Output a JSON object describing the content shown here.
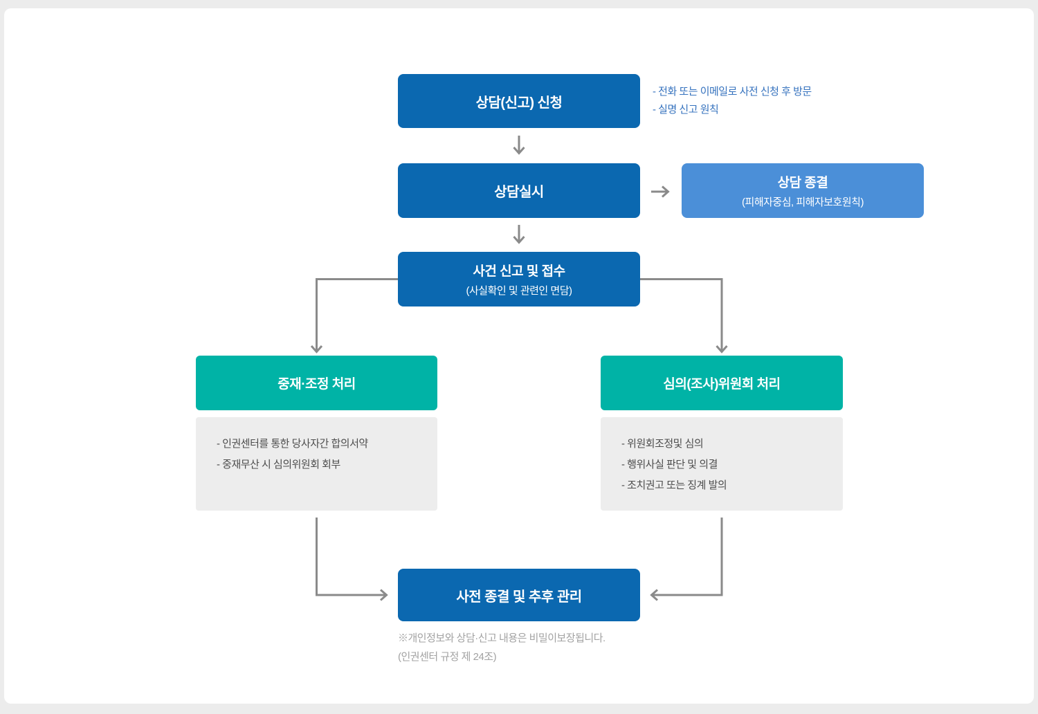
{
  "page": {
    "background": "#ececec",
    "card_background": "#ffffff"
  },
  "colors": {
    "primary_blue": "#0b68b0",
    "light_blue": "#4b8fd8",
    "teal": "#00b3a6",
    "panel_gray": "#ededed",
    "arrow_gray": "#8a8a8a",
    "note_blue": "#3572be",
    "detail_text": "#4d4d4d",
    "footnote_gray": "#a2a2a2"
  },
  "icons": {
    "arrow_down": "↓",
    "arrow_right": "→",
    "arrow_left": "←"
  },
  "flowchart": {
    "step1": {
      "label": "상담(신고) 신청",
      "notes": [
        "- 전화 또는 이메일로 사전 신청 후 방문",
        "- 실명 신고 원칙"
      ]
    },
    "step2": {
      "label": "상담실시"
    },
    "closure": {
      "title": "상담 종결",
      "subtitle": "(피해자중심, 피해자보호원칙)"
    },
    "step3": {
      "title": "사건 신고 및 접수",
      "subtitle": "(사실확인 및 관련인 면담)"
    },
    "branch_left": {
      "title": "중재·조정 처리",
      "details": [
        "- 인권센터를 통한 당사자간 합의서약",
        "- 중재무산 시 심의위원회 회부"
      ]
    },
    "branch_right": {
      "title": "심의(조사)위원회 처리",
      "details": [
        "- 위원회조정및 심의",
        "- 행위사실 판단 및 의결",
        "- 조치권고 또는 징계 발의"
      ]
    },
    "final": {
      "label": "사전 종결 및 추후 관리"
    },
    "footnote": {
      "line1": "※개인정보와 상담·신고 내용은 비밀이보장됩니다.",
      "line2": "(인권센터 규정 제 24조)"
    }
  }
}
